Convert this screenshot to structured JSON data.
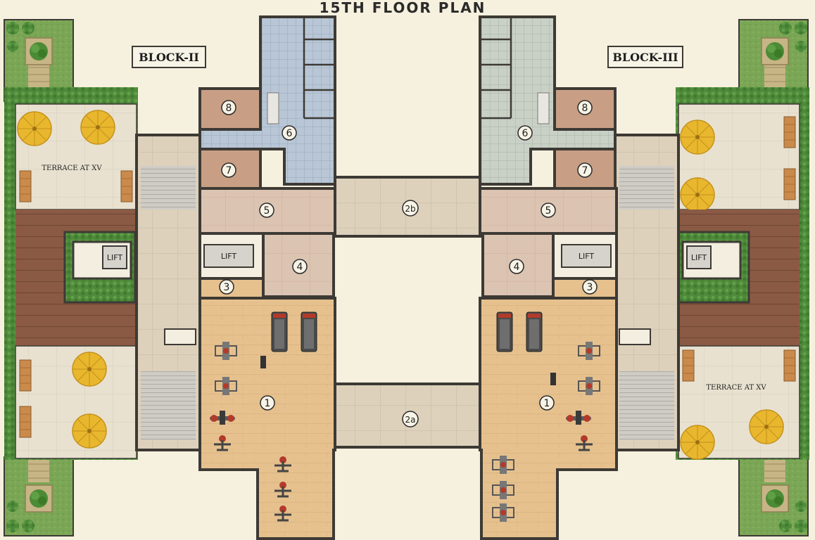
{
  "title": "15TH FLOOR PLAN",
  "blocks": {
    "left": "BLOCK-II",
    "right": "BLOCK-III"
  },
  "terraces": {
    "left": "TERRACE AT XV",
    "right": "TERRACE AT XV"
  },
  "lift_label": "LIFT",
  "room_numbers": {
    "gym": "1",
    "bridge_a": "2a",
    "bridge_b": "2b",
    "room_3": "3",
    "room_4": "4",
    "room_5": "5",
    "room_6": "6",
    "room_7": "7",
    "room_8": "8"
  },
  "colors": {
    "background": "#f6f1de",
    "wall": "#3d3a35",
    "gym_floor": "#e6c18e",
    "brown_room": "#c89f84",
    "tile_blue": "#b8c6d6",
    "tile_green": "#c9d0c6",
    "stair_floor": "#c9c6bf",
    "terrace_floor": "#e8e1d0",
    "deck": "#8a5a44",
    "lawn": "#7aa655",
    "umbrella": "#e8b72e"
  }
}
